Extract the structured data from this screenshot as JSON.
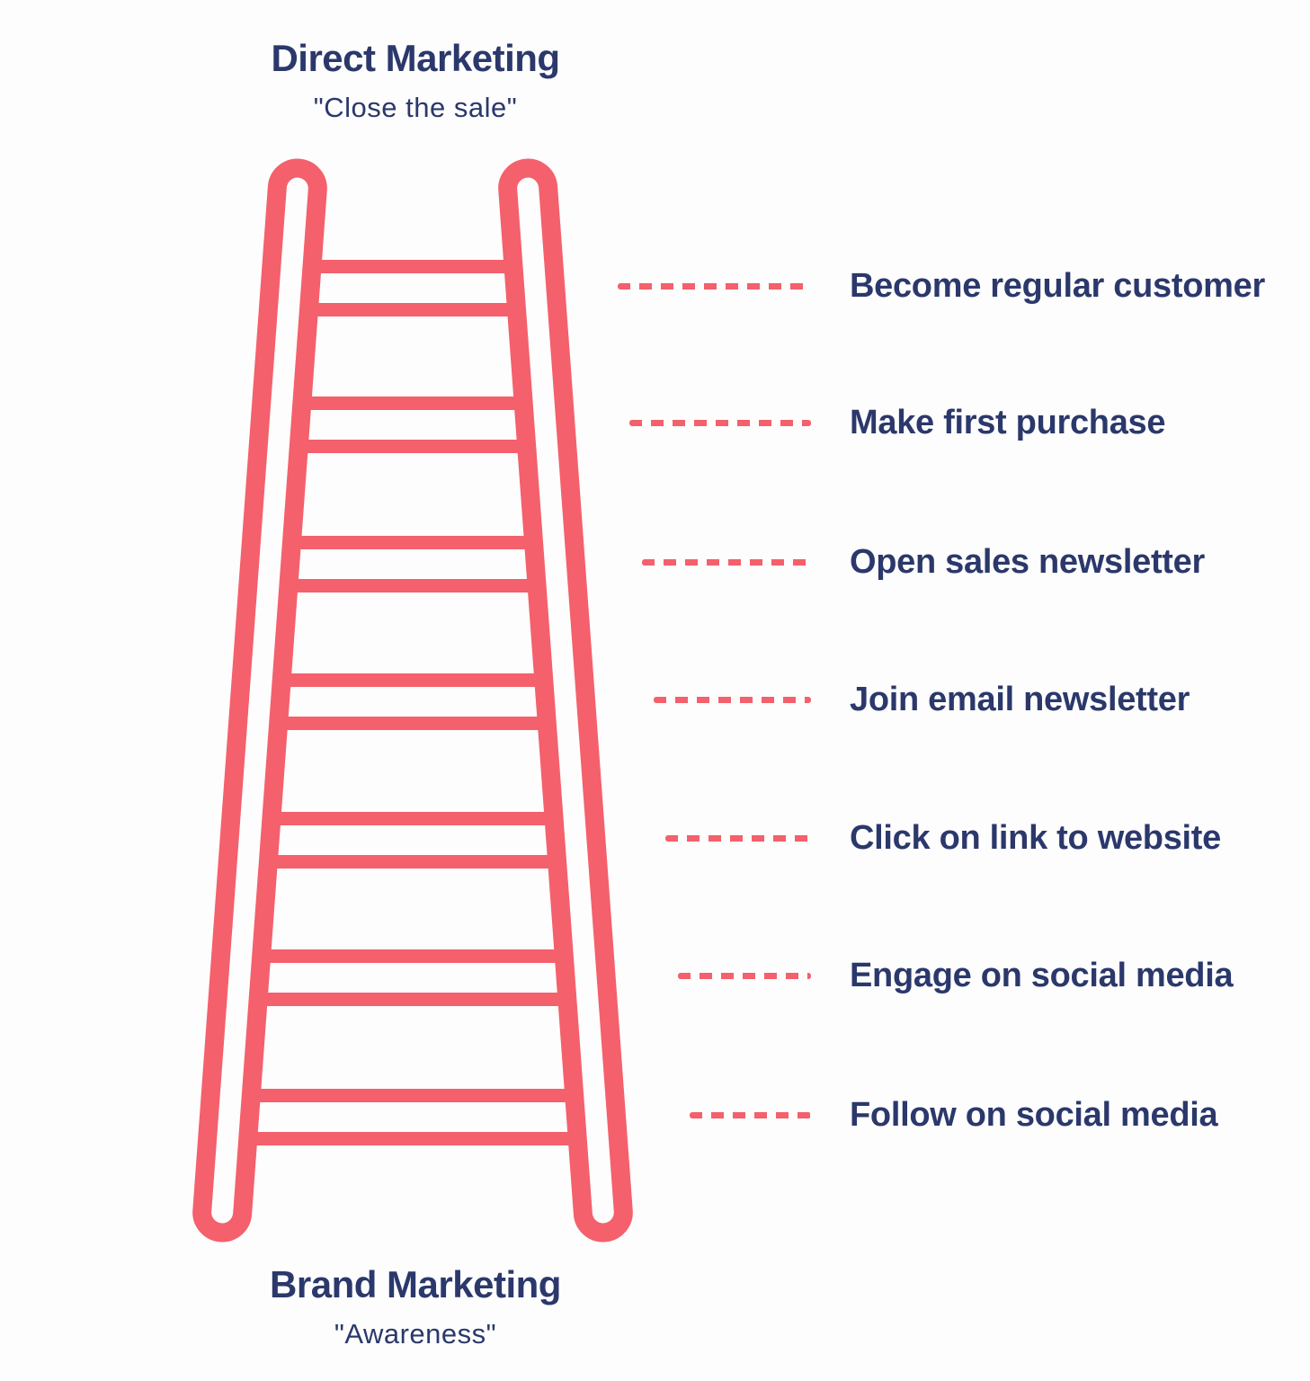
{
  "page": {
    "background": "#fdfdfd"
  },
  "colors": {
    "ladder_red": "#f4606c",
    "text_navy": "#2b386b"
  },
  "top_label": {
    "title": "Direct Marketing",
    "subtitle": "\"Close the sale\""
  },
  "bottom_label": {
    "title": "Brand Marketing",
    "subtitle": "\"Awareness\""
  },
  "ladder": {
    "description": "ladder-with-seven-rung-pairs",
    "steps_top_to_bottom": 7
  },
  "steps": [
    {
      "label": "Become regular customer"
    },
    {
      "label": "Make first purchase"
    },
    {
      "label": "Open sales newsletter"
    },
    {
      "label": "Join email newsletter"
    },
    {
      "label": "Click on link to website"
    },
    {
      "label": "Engage on social media"
    },
    {
      "label": "Follow on social media"
    }
  ]
}
